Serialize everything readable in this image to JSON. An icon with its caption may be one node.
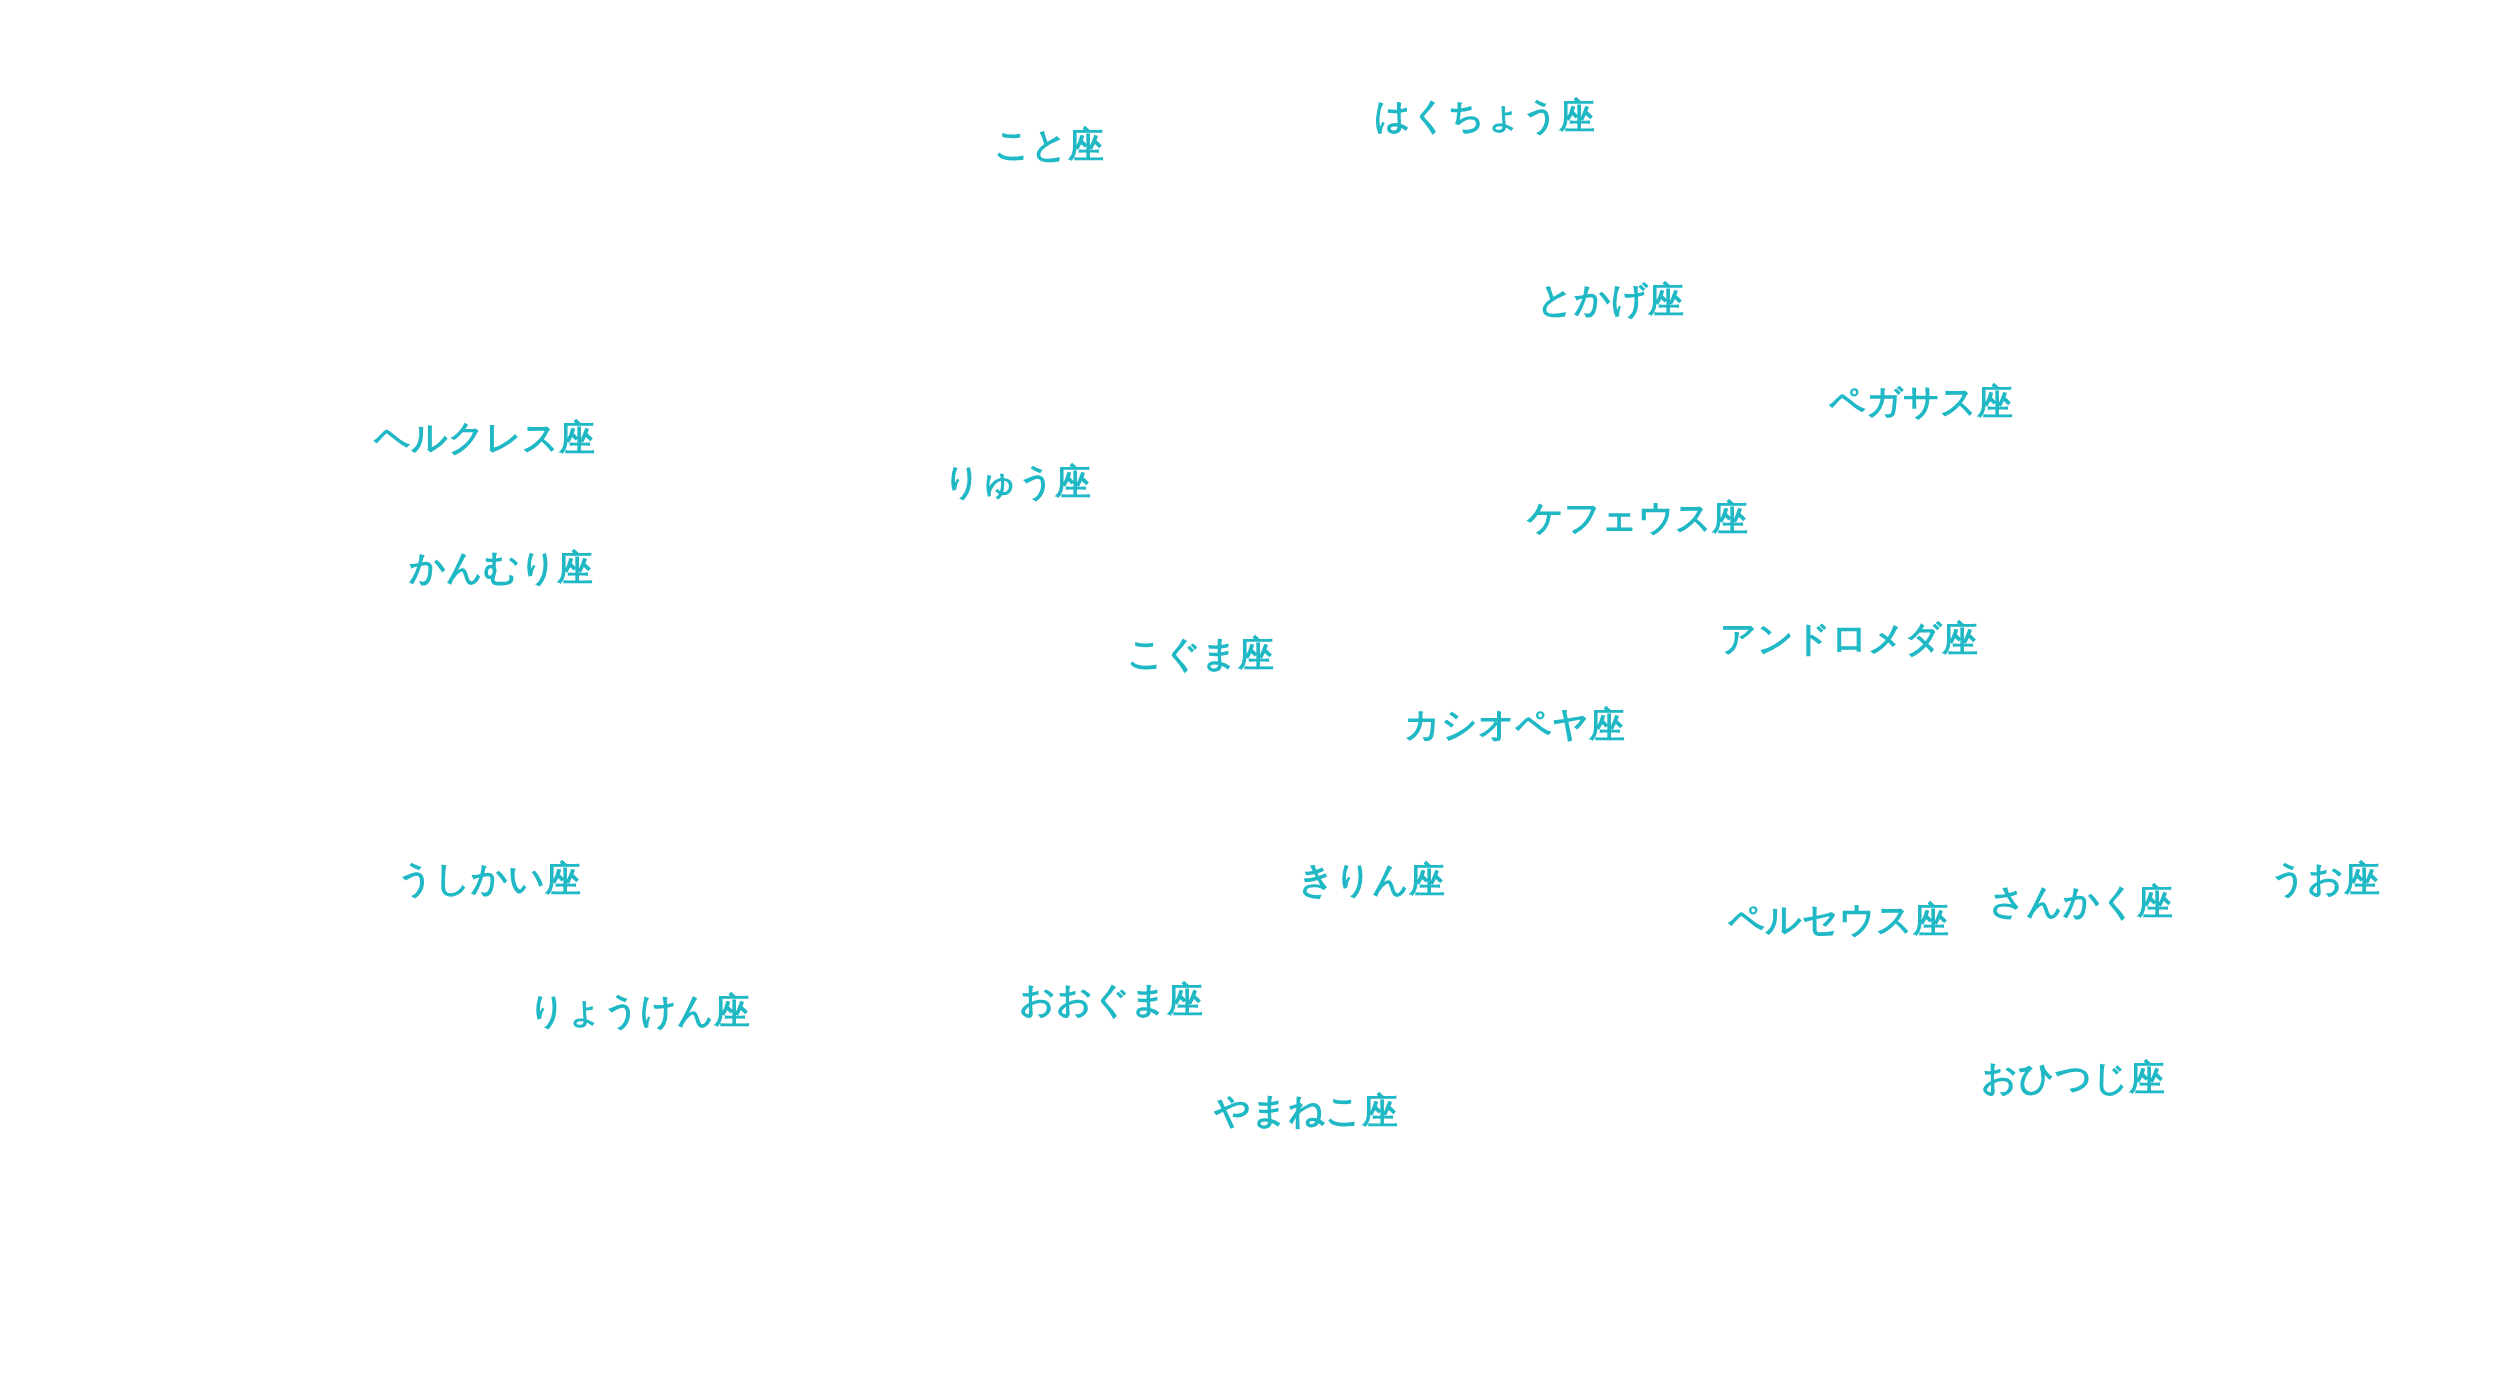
{
  "diagram": {
    "labels": [
      "はくちょう座",
      "こと座",
      "とかげ座",
      "ペガサス座",
      "ヘルクレス座",
      "りゅう座",
      "ケフェウス座",
      "かんむり座",
      "アンドロメダ座",
      "こぐま座",
      "カシオペヤ座",
      "うしかい座",
      "きりん座",
      "ペルセウス座",
      "さんかく座",
      "うお座",
      "りょうけん座",
      "おおぐま座",
      "おひつじ座",
      "やまねこ座"
    ]
  }
}
